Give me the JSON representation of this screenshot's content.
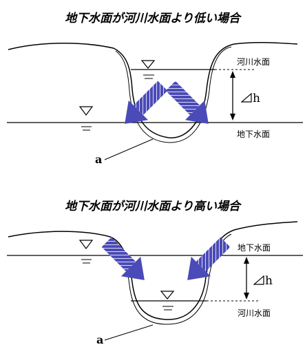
{
  "panel_low": {
    "title": "地下水面が河川水面より低い場合",
    "river_label": "河川水面",
    "ground_label": "地下水面",
    "delta_label": "h",
    "point_label": "a"
  },
  "panel_high": {
    "title": "地下水面が河川水面より高い場合",
    "ground_label": "地下水面",
    "river_label": "河川水面",
    "delta_label": "h",
    "point_label": "a"
  },
  "colors": {
    "arrow": "#4a4ab8",
    "line": "#000000"
  }
}
